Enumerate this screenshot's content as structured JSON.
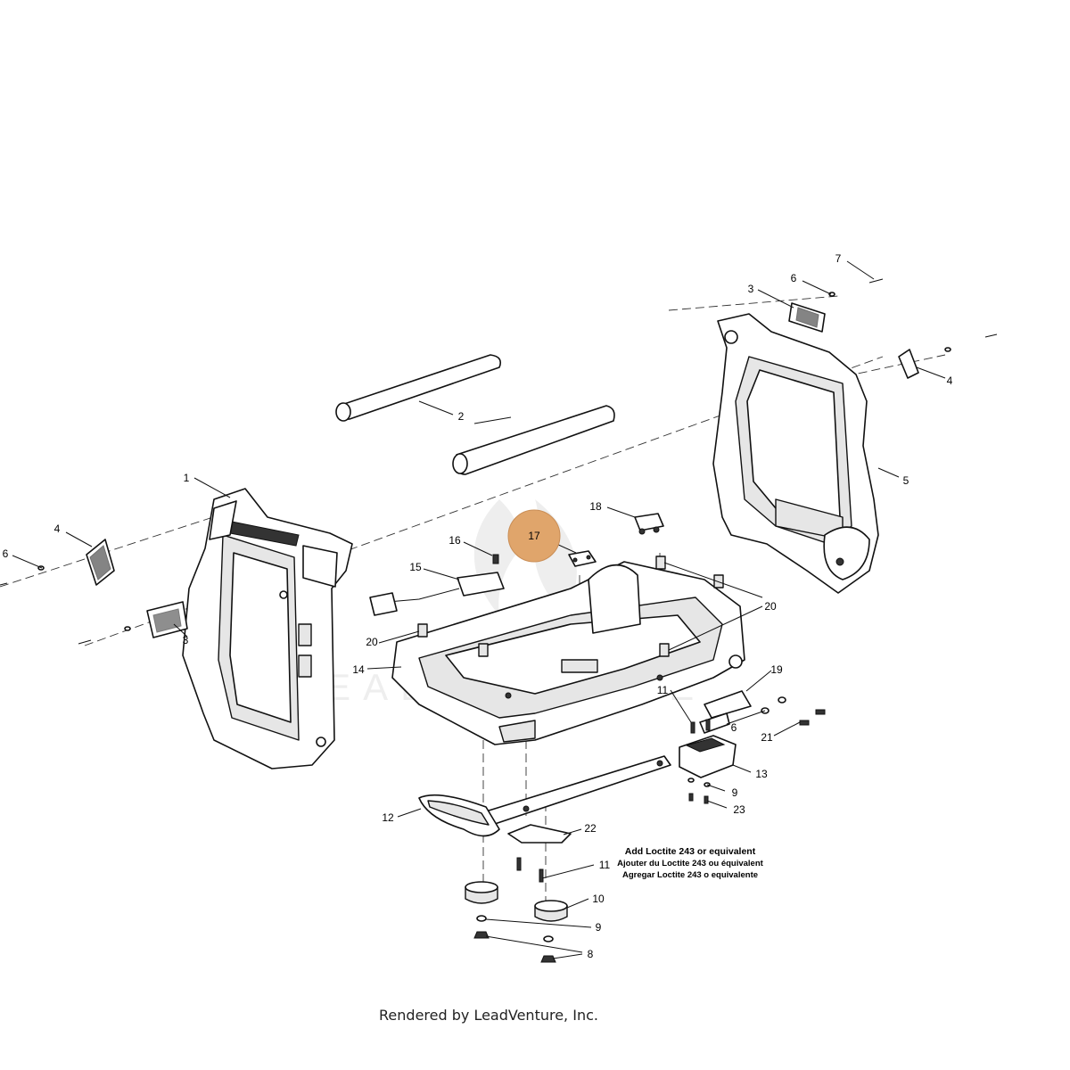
{
  "callouts": [
    "1",
    "2",
    "3",
    "3",
    "4",
    "4",
    "5",
    "6",
    "6",
    "6",
    "7",
    "8",
    "9",
    "9",
    "10",
    "11",
    "11",
    "12",
    "13",
    "14",
    "15",
    "16",
    "17",
    "18",
    "19",
    "20",
    "20",
    "21",
    "22",
    "23"
  ],
  "highlight": {
    "label": "17",
    "color": "#e0a56b"
  },
  "note": {
    "line1": "Add Loctite 243 or equivalent",
    "line2": "Ajouter du Loctite 243 ou équivalent",
    "line3": "Agregar Loctite 243 o equivalente"
  },
  "footer": "Rendered by LeadVenture, Inc.",
  "colors": {
    "line": "#111111",
    "highlight": "#e0a56b",
    "watermark": "#eeeeee"
  }
}
